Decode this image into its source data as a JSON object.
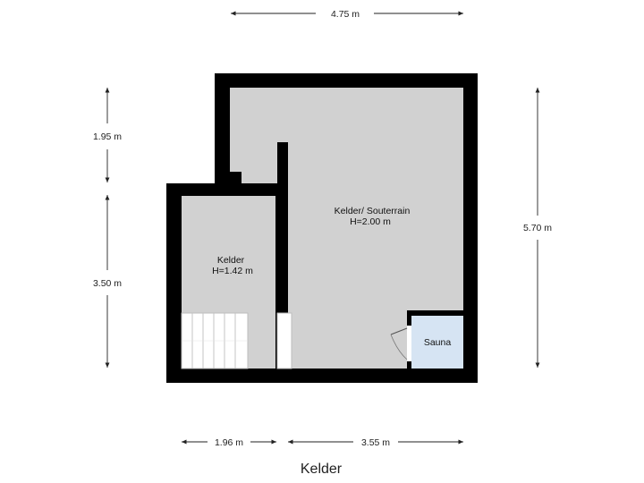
{
  "floor_name": "Kelder",
  "dimensions": {
    "top_width": "4.75 m",
    "left_upper": "1.95 m",
    "left_lower": "3.50 m",
    "right_height": "5.70 m",
    "bottom_left": "1.96 m",
    "bottom_right": "3.55 m"
  },
  "rooms": {
    "main": {
      "name": "Kelder/ Souterrain",
      "height": "H=2.00 m"
    },
    "left": {
      "name": "Kelder",
      "height": "H=1.42 m"
    },
    "sauna": {
      "name": "Sauna"
    }
  },
  "colors": {
    "wall": "#000000",
    "floor": "#d1d1d1",
    "sauna_floor": "#d6e4f3",
    "stairs": "#ffffff",
    "dimension_line": "#222222"
  }
}
